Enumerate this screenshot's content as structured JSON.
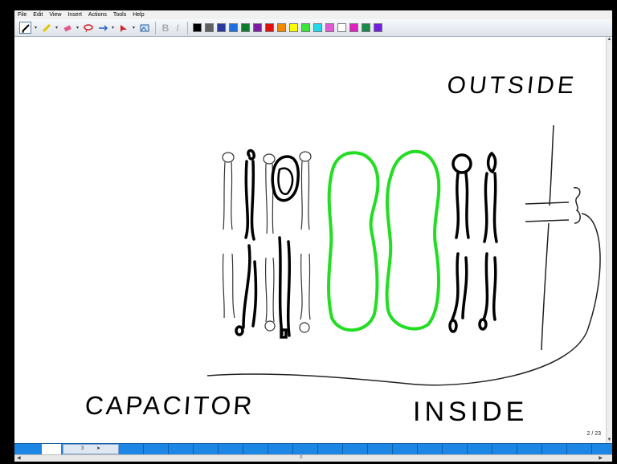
{
  "menu": [
    "File",
    "Edit",
    "View",
    "Insert",
    "Actions",
    "Tools",
    "Help"
  ],
  "toolbar": {
    "bold_label": "B",
    "italic_label": "I",
    "colors": [
      "#000000",
      "#606060",
      "#2a3a9c",
      "#1f6fe0",
      "#0b7d2c",
      "#7b1fa2",
      "#e01010",
      "#f28a00",
      "#ffff00",
      "#39e639",
      "#22d8e8",
      "#e05ad8",
      "#ffffff",
      "#e020c0",
      "#1a8a4a",
      "#7020e0"
    ]
  },
  "canvas": {
    "label_outside": "OUTSIDE",
    "label_capacitor": "CAPACITOR",
    "label_inside": "INSIDE",
    "ink_black": "#000000",
    "ink_green": "#22dd22"
  },
  "status": {
    "page_indicator": "2 / 23"
  },
  "pagebar": {
    "current_thumb_label": "3"
  },
  "colors": {
    "accent": "#1c86e4"
  }
}
